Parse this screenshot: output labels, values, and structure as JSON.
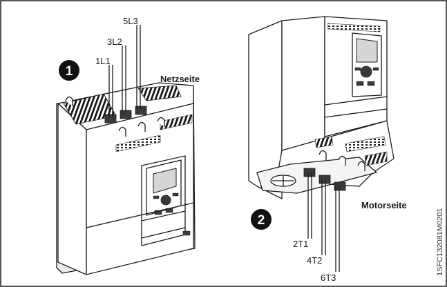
{
  "figure": {
    "left_device": {
      "marker": "1",
      "side_label": "Netzseite",
      "terminals": [
        "1L1",
        "3L2",
        "5L3"
      ]
    },
    "right_device": {
      "marker": "2",
      "side_label": "Motorseite",
      "terminals": [
        "2T1",
        "4T2",
        "6T3"
      ]
    },
    "document_id": "1SFC132081M0201"
  },
  "colors": {
    "outline": "#1a1a1a",
    "body": "#ffffff",
    "shade": "#d6d6d6",
    "dark": "#3a3a3a",
    "marker": "#111111"
  }
}
